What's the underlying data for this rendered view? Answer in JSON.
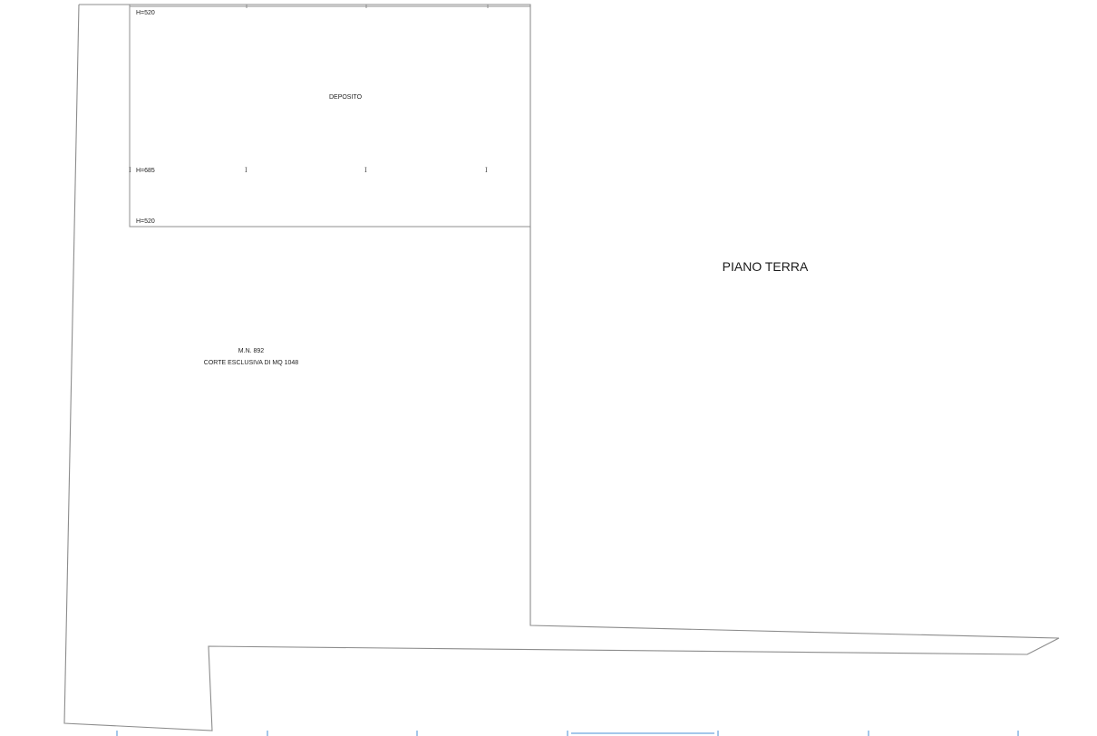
{
  "drawing": {
    "title": "PIANO TERRA",
    "room": {
      "name": "DEPOSITO",
      "heights": {
        "top": "H=520",
        "middle": "H=685",
        "bottom": "H=520"
      }
    },
    "parcel": {
      "id": "M.N. 892",
      "description": "CORTE ESCLUSIVA DI MQ 1048"
    },
    "pillar_symbol": "I",
    "colors": {
      "outline": "#8c8c8c",
      "ruler": "#4a8fd6",
      "text": "#222222"
    }
  }
}
